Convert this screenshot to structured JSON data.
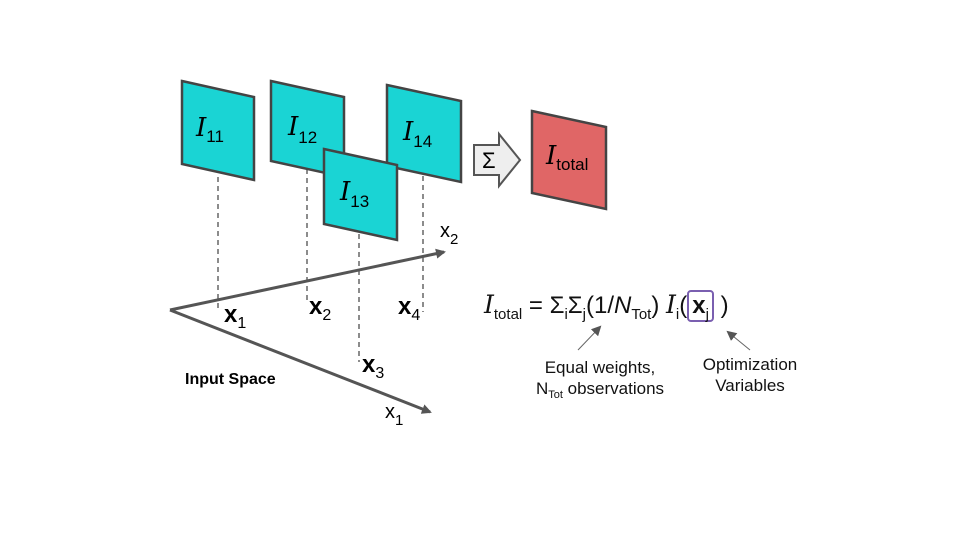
{
  "panels": [
    {
      "id": "p11",
      "symbol": "I",
      "sub": "11",
      "color": "#1ad4d4"
    },
    {
      "id": "p12",
      "symbol": "I",
      "sub": "12",
      "color": "#1ad4d4"
    },
    {
      "id": "p14",
      "symbol": "I",
      "sub": "14",
      "color": "#1ad4d4"
    },
    {
      "id": "p13",
      "symbol": "I",
      "sub": "13",
      "color": "#1ad4d4"
    }
  ],
  "total_panel": {
    "symbol": "I",
    "sub": "total",
    "color": "#e06666"
  },
  "sum_arrow": {
    "label": "Σ"
  },
  "axes": {
    "x2_label": "x",
    "x2_sub": "2",
    "x1_label": "x",
    "x1_sub": "1"
  },
  "points": [
    {
      "label": "x",
      "sub": "1"
    },
    {
      "label": "x",
      "sub": "2"
    },
    {
      "label": "x",
      "sub": "3"
    },
    {
      "label": "x",
      "sub": "4"
    }
  ],
  "input_space_label": "Input Space",
  "equation": {
    "lhs_symbol": "I",
    "lhs_sub": "total",
    "eq": " = ",
    "sigma1": "Σ",
    "sigma1_sub": "i",
    "sigma2": "Σ",
    "sigma2_sub": "j",
    "weight_open": "(1/",
    "weight_n": "N",
    "weight_n_sub": "Tot",
    "weight_close": ")",
    "term_symbol": "I",
    "term_sub": "i",
    "paren_open": "(",
    "var": "x",
    "var_sub": "j",
    "paren_close": ")"
  },
  "annotations": {
    "weights_line1": "Equal weights,",
    "weights_n": "N",
    "weights_n_sub": "Tot",
    "weights_rest": " observations",
    "opt_line1": "Optimization",
    "opt_line2": "Variables"
  },
  "colors": {
    "panel": "#1ad4d4",
    "total": "#e06666",
    "outline": "#444444",
    "axis": "#555555",
    "box": "#7a5fb0"
  }
}
